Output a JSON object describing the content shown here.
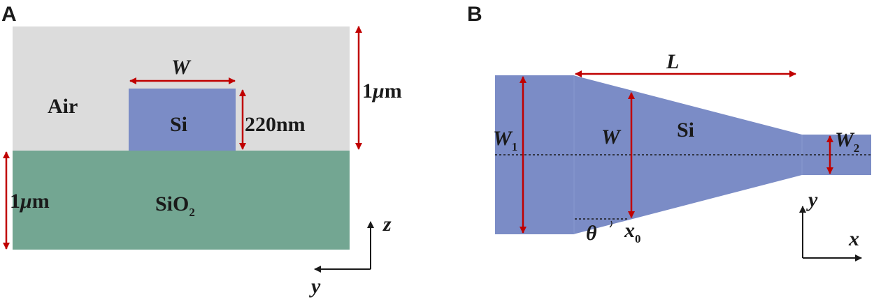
{
  "colors": {
    "air": "#dcdcdc",
    "silicon": "#7b8cc6",
    "oxide": "#73a692",
    "dimension_arrow": "#c00000",
    "axis": "#1a1a1a"
  },
  "panel_a": {
    "letter": "A",
    "air_label": "Air",
    "si_label": "Si",
    "width_label": "W",
    "height_label": "220nm",
    "top_thickness": {
      "number": "1",
      "unit_symbol": "μ",
      "unit": "m"
    },
    "oxide_label": {
      "main": "SiO",
      "sub": "2"
    },
    "bottom_thickness": {
      "number": "1",
      "unit_symbol": "μ",
      "unit": "m"
    },
    "axes": {
      "vertical": "z",
      "horizontal": "y"
    }
  },
  "panel_b": {
    "letter": "B",
    "length_label": "L",
    "si_label": "Si",
    "input_width": {
      "main": "W",
      "sub": "1"
    },
    "local_width_label": "W",
    "output_width": {
      "main": "W",
      "sub": "2"
    },
    "angle_label": "θ",
    "position_label": {
      "main": "x",
      "sub": "0"
    },
    "axes": {
      "vertical": "y",
      "horizontal": "x"
    }
  }
}
